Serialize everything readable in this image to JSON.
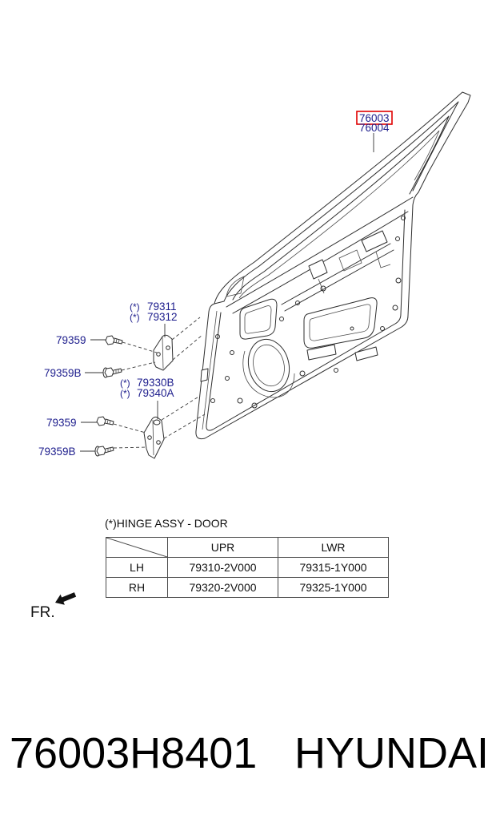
{
  "diagram": {
    "callout_color": "#1c1c8c",
    "highlight_color": "#e00000",
    "callouts": {
      "door_panel": {
        "number": "76003",
        "alt_number": "76004"
      },
      "upper_hinge": {
        "mark": "(*)",
        "numbers": [
          "79311",
          "79312"
        ]
      },
      "lower_hinge": {
        "mark": "(*)",
        "numbers": [
          "79330B",
          "79340A"
        ]
      },
      "upper_hinge_bolts": [
        "79359",
        "79359B"
      ],
      "lower_hinge_bolts": [
        "79359",
        "79359B"
      ]
    },
    "direction_label": "FR."
  },
  "hinge_table": {
    "title": "(*)HINGE ASSY - DOOR",
    "columns": [
      "UPR",
      "LWR"
    ],
    "rows": [
      {
        "side": "LH",
        "upr": "79310-2V000",
        "lwr": "79315-1Y000"
      },
      {
        "side": "RH",
        "upr": "79320-2V000",
        "lwr": "79325-1Y000"
      }
    ]
  },
  "footer": {
    "part_number": "76003H8401",
    "brand": "HYUNDAI"
  }
}
